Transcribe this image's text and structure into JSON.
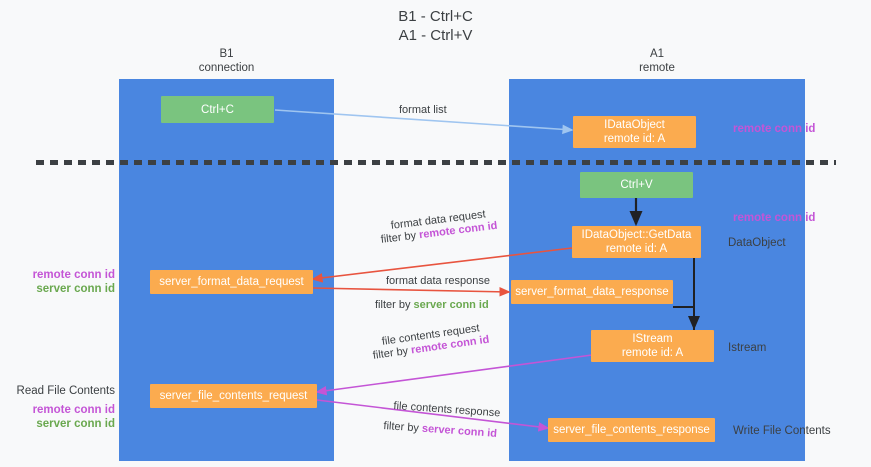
{
  "title": {
    "line1": "B1 - Ctrl+C",
    "line2": "A1 - Ctrl+V"
  },
  "lanes": [
    {
      "id": "b1",
      "line1": "B1",
      "line2": "connection"
    },
    {
      "id": "a1",
      "line1": "A1",
      "line2": "remote"
    }
  ],
  "colors": {
    "lane": "#4a86e0",
    "green_node": "#7ac47f",
    "orange_node": "#fbab4f",
    "remote_conn_id": "#c455d6",
    "server_conn_id": "#6aa84f",
    "arrow_blue": "#9fc5f0",
    "arrow_red": "#e8543f",
    "arrow_magenta": "#c455d6",
    "arrow_black": "#202124",
    "background": "#f8f9fa"
  },
  "nodes": {
    "ctrl_c": {
      "line1": "Ctrl+C",
      "line2": ""
    },
    "idataobject": {
      "line1": "IDataObject",
      "line2": "remote id: A"
    },
    "ctrl_v": {
      "line1": "Ctrl+V",
      "line2": ""
    },
    "getdata": {
      "line1": "IDataObject::GetData",
      "line2": "remote id: A"
    },
    "server_format_data_request": {
      "line1": "server_format_data_request",
      "line2": ""
    },
    "server_format_data_response": {
      "line1": "server_format_data_response",
      "line2": ""
    },
    "istream": {
      "line1": "IStream",
      "line2": "remote id: A"
    },
    "server_file_contents_request": {
      "line1": "server_file_contents_request",
      "line2": ""
    },
    "server_file_contents_response": {
      "line1": "server_file_contents_response",
      "line2": ""
    }
  },
  "side_labels": {
    "right_remote_conn_id_1": "remote conn id",
    "right_remote_conn_id_2": "remote conn id",
    "right_dataobject": "DataObject",
    "right_istream": "Istream",
    "right_write_file_contents": "Write File Contents",
    "left_remote_conn_id_1": "remote conn id",
    "left_server_conn_id_1": "server conn id",
    "left_read_file_contents": "Read File Contents",
    "left_remote_conn_id_2": "remote conn id",
    "left_server_conn_id_2": "server conn id"
  },
  "edge_labels": {
    "format_list": "format list",
    "format_data_request": "format data request",
    "format_data_request_filter_prefix": "filter by ",
    "format_data_request_filter_key": "remote conn id",
    "format_data_response": "format data response",
    "format_data_response_filter_prefix": "filter by ",
    "format_data_response_filter_key": "server conn id",
    "file_contents_request": "file contents request",
    "file_contents_request_filter_prefix": "filter by ",
    "file_contents_request_filter_key": "remote conn id",
    "file_contents_response": "file contents response",
    "file_contents_response_filter_prefix": "filter by ",
    "file_contents_response_filter_key": "server conn id"
  }
}
